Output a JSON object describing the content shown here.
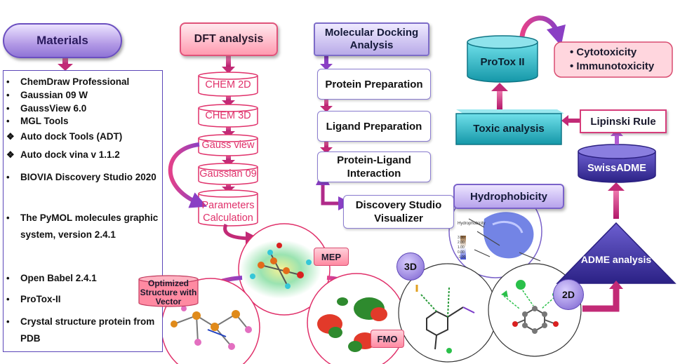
{
  "materials": {
    "header": "Materials",
    "items": [
      {
        "bullet": "•",
        "text": "ChemDraw Professional"
      },
      {
        "bullet": "•",
        "text": "Gaussian 09 W"
      },
      {
        "bullet": "•",
        "text": "GaussView 6.0"
      },
      {
        "bullet": "•",
        "text": "MGL Tools"
      },
      {
        "bullet": "❖",
        "text": "Auto dock Tools (ADT)"
      },
      {
        "bullet": "❖",
        "text": "Auto dock vina v 1.1.2"
      },
      {
        "bullet": "•",
        "text": "BIOVIA Discovery Studio 2020"
      },
      {
        "bullet": "•",
        "text": "The PyMOL molecules graphic system, version 2.4.1"
      },
      {
        "bullet": "•",
        "text": "Open Babel 2.4.1"
      },
      {
        "bullet": "•",
        "text": "ProTox-II"
      },
      {
        "bullet": "•",
        "text": "Crystal structure protein from PDB"
      }
    ]
  },
  "dft": {
    "header": "DFT analysis",
    "steps": [
      "CHEM 2D",
      "CHEM 3D",
      "Gauss view",
      "Gaussian 09",
      "Parameters Calculation"
    ],
    "mep_label": "MEP",
    "fmo_label": "FMO",
    "optimized_label": "Optimized Structure with Vector"
  },
  "docking": {
    "header": "Molecular Docking Analysis",
    "steps": [
      "Protein Preparation",
      "Ligand Preparation",
      "Protein-Ligand Interaction",
      "Discovery Studio Visualizer"
    ],
    "hydrophobicity_label": "Hydrophobicity",
    "label_3d": "3D",
    "label_2d": "2D",
    "hydro_scale_title": "Hydrophobicity",
    "hydro_scale_values": [
      "3.00",
      "2.00",
      "1.00",
      "0.00",
      "-1.00"
    ]
  },
  "admet": {
    "protox_label": "ProTox II",
    "toxicity_items": [
      "Cytotoxicity",
      "Immunotoxicity"
    ],
    "toxic_analysis_label": "Toxic analysis",
    "lipinski_label": "Lipinski Rule",
    "swissadme_label": "SwissADME",
    "adme_label": "ADME analysis"
  },
  "colors": {
    "arrow_pink": "#d6337a",
    "arrow_purple": "#8a3fc4",
    "teal": "#1fb9c9",
    "navy_purple": "#3d2f9a"
  }
}
